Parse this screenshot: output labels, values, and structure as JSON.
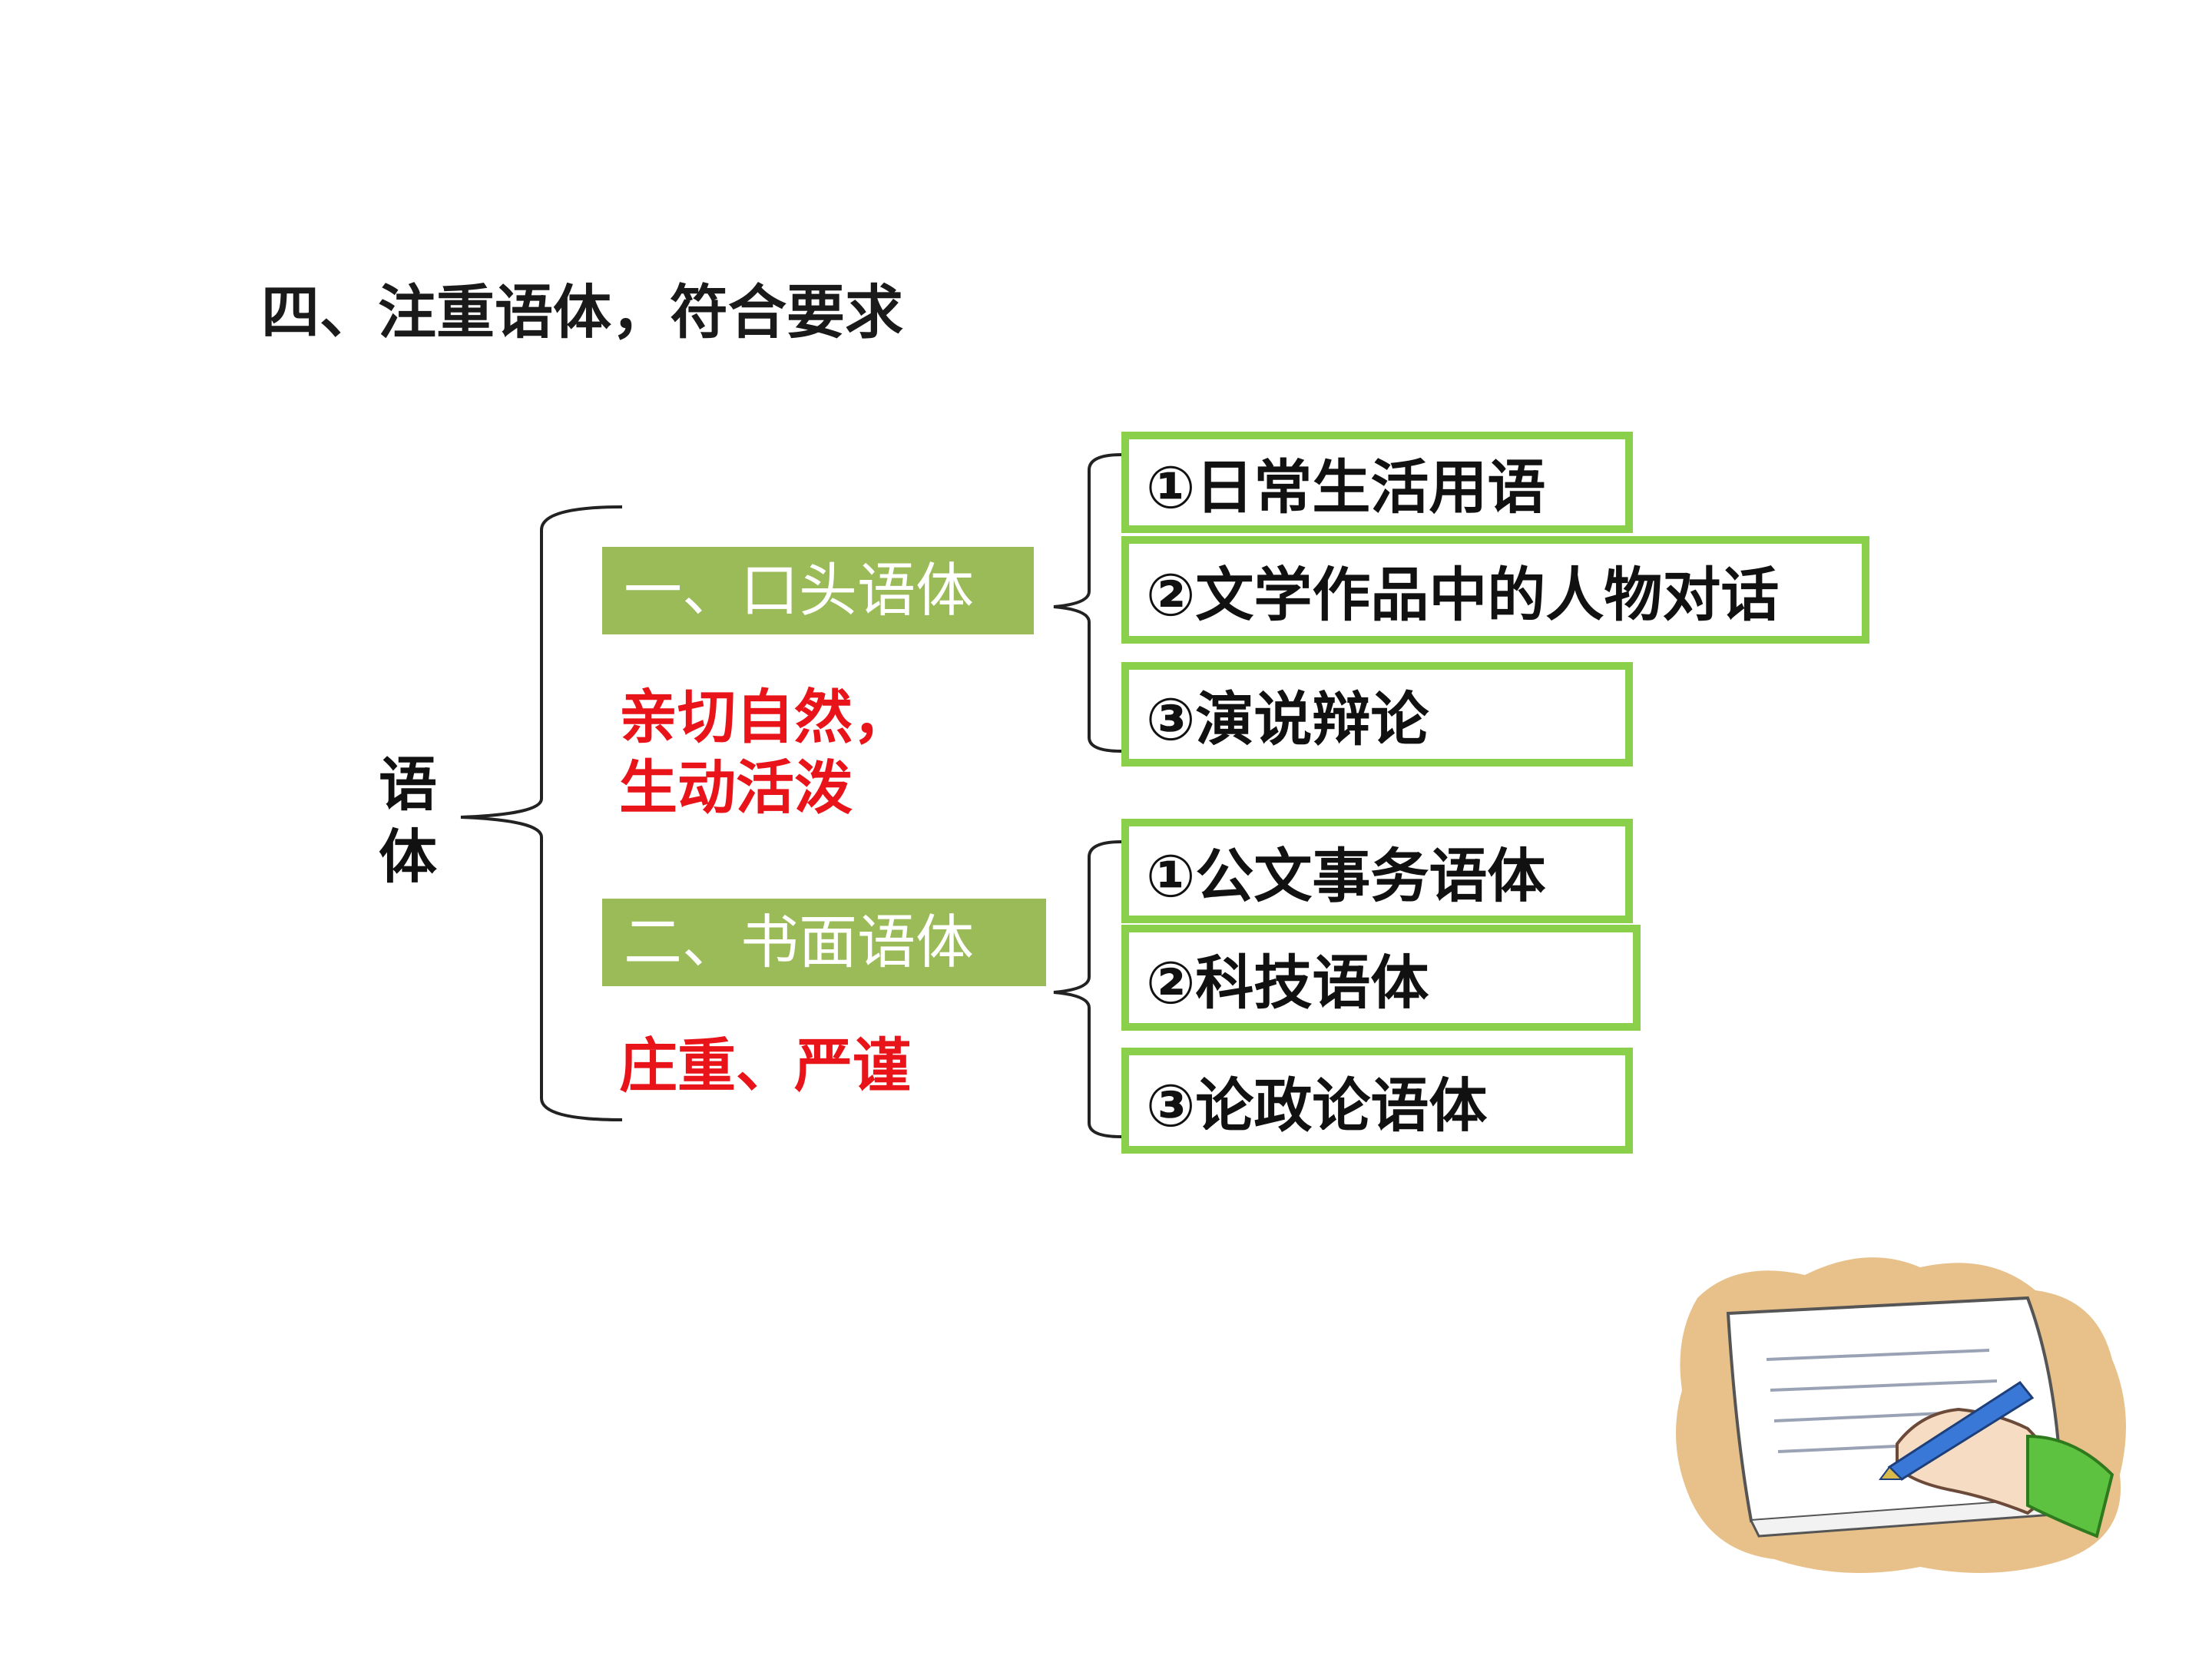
{
  "title": "四、注重语体，符合要求",
  "root": {
    "label": "语体"
  },
  "categories": [
    {
      "label": "一、口头语体",
      "trait_lines": [
        "亲切自然，",
        "生动活泼"
      ],
      "items": [
        "①日常生活用语",
        "②文学作品中的人物对话",
        "③演说辩论"
      ]
    },
    {
      "label": "二、书面语体",
      "trait_lines": [
        "庄重、严谨"
      ],
      "items": [
        "①公文事务语体",
        "②科技语体",
        "③论政论语体"
      ]
    }
  ],
  "colors": {
    "category_fill": "#9bbb59",
    "item_border": "#8bd04a",
    "trait_text": "#e8141a"
  },
  "illustration": {
    "icon": "hand-writing-on-paper-icon"
  }
}
